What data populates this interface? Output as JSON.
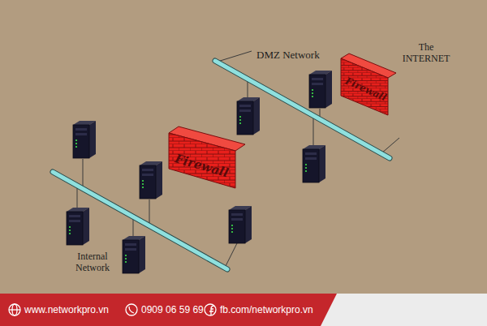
{
  "diagram": {
    "nodes": [
      {
        "text": [
          "Firewall"
        ]
      },
      {
        "text": [
          "Firewall"
        ]
      }
    ],
    "labels": [
      "DMZ Network",
      "The INTERNET",
      "Internal Network",
      "www.networkpro.vn",
      "0909 06 59 69",
      "fb.com/networkpro.vn"
    ]
  }
}
